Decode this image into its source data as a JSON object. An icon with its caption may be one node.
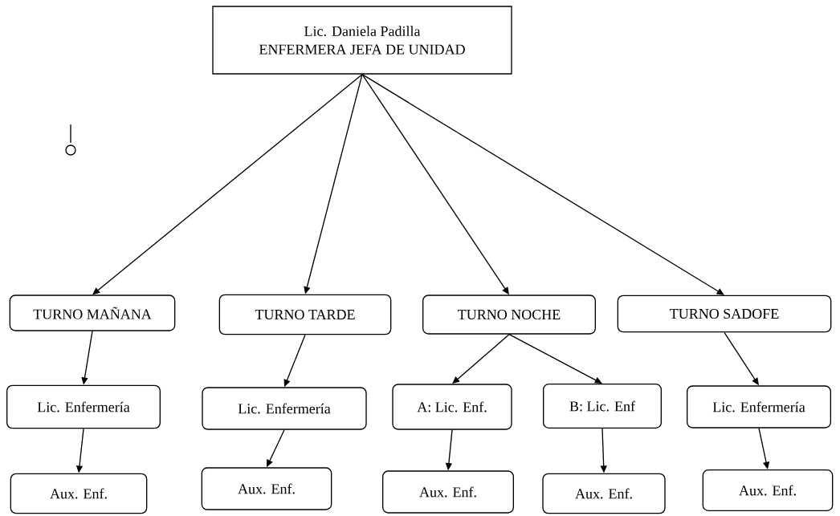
{
  "diagram": {
    "nodes": [
      {
        "text": [
          "Lic. Daniela Padilla",
          "ENFERMERA JEFA DE UNIDAD"
        ]
      },
      {
        "text": [
          "TURNO MAÑANA"
        ]
      },
      {
        "text": [
          "TURNO TARDE"
        ]
      },
      {
        "text": [
          "TURNO NOCHE"
        ]
      },
      {
        "text": [
          "TURNO SADOFE"
        ]
      },
      {
        "text": [
          "Lic. Enfermería"
        ]
      },
      {
        "text": [
          "Lic. Enfermería"
        ]
      },
      {
        "text": [
          "A: Lic. Enf."
        ]
      },
      {
        "text": [
          "B: Lic. Enf"
        ]
      },
      {
        "text": [
          "Lic. Enfermería"
        ]
      },
      {
        "text": [
          "Aux. Enf."
        ]
      },
      {
        "text": [
          "Aux. Enf."
        ]
      },
      {
        "text": [
          "Aux. Enf."
        ]
      },
      {
        "text": [
          "Aux. Enf."
        ]
      },
      {
        "text": [
          "Aux. Enf."
        ]
      }
    ],
    "edges": [
      {
        "from": 0,
        "to": 1,
        "arrow": "to"
      },
      {
        "from": 0,
        "to": 2,
        "arrow": "to"
      },
      {
        "from": 0,
        "to": 3,
        "arrow": "to"
      },
      {
        "from": 0,
        "to": 4,
        "arrow": "to"
      },
      {
        "from": 1,
        "to": 5,
        "arrow": "to"
      },
      {
        "from": 2,
        "to": 6,
        "arrow": "to"
      },
      {
        "from": 3,
        "to": 7,
        "arrow": "to"
      },
      {
        "from": 3,
        "to": 8,
        "arrow": "to"
      },
      {
        "from": 4,
        "to": 9,
        "arrow": "to"
      },
      {
        "from": 5,
        "to": 10,
        "arrow": "to"
      },
      {
        "from": 6,
        "to": 11,
        "arrow": "to"
      },
      {
        "from": 7,
        "to": 12,
        "arrow": "to"
      },
      {
        "from": 8,
        "to": 13,
        "arrow": "to"
      },
      {
        "from": 9,
        "to": 14,
        "arrow": "to"
      }
    ]
  }
}
